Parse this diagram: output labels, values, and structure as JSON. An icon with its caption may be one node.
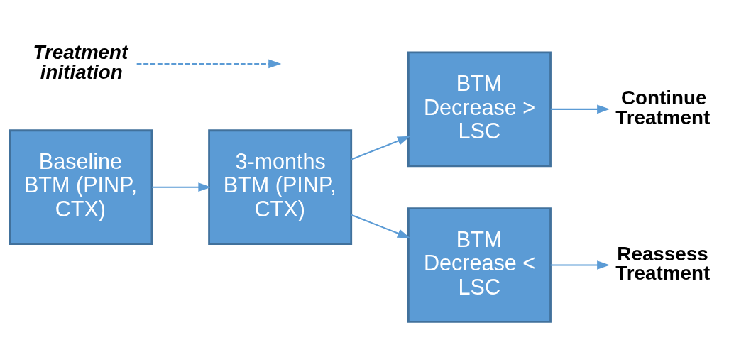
{
  "diagram": {
    "nodes": [
      {
        "text": [
          "Baseline BTM (PINP, CTX)"
        ]
      },
      {
        "text": [
          "3-months BTM (PINP, CTX)"
        ]
      },
      {
        "text": [
          "BTM Decrease > LSC"
        ]
      },
      {
        "text": [
          "BTM Decrease < LSC"
        ]
      },
      {
        "text": [
          "Continue Treatment"
        ]
      },
      {
        "text": [
          "Reassess Treatment"
        ]
      },
      {
        "text": [
          "Treatment initiation"
        ]
      }
    ],
    "edges": [
      {
        "from": 0,
        "to": 1,
        "arrow": "to"
      },
      {
        "from": 1,
        "to": 2,
        "arrow": "to"
      },
      {
        "from": 1,
        "to": 3,
        "arrow": "to"
      },
      {
        "from": 2,
        "to": 4,
        "arrow": "to"
      },
      {
        "from": 3,
        "to": 5,
        "arrow": "to"
      },
      {
        "from": 6,
        "to": null,
        "arrow": "to",
        "style": "dashed"
      }
    ]
  }
}
